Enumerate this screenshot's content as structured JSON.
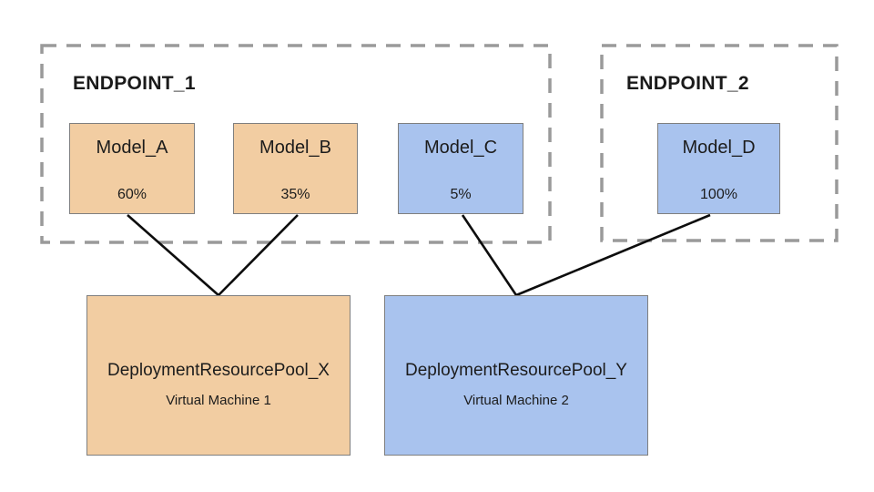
{
  "diagram": {
    "endpoints": [
      {
        "label": "ENDPOINT_1",
        "models": [
          {
            "name": "Model_A",
            "traffic": "60%",
            "fill": "orange"
          },
          {
            "name": "Model_B",
            "traffic": "35%",
            "fill": "orange"
          },
          {
            "name": "Model_C",
            "traffic": "5%",
            "fill": "blue"
          }
        ]
      },
      {
        "label": "ENDPOINT_2",
        "models": [
          {
            "name": "Model_D",
            "traffic": "100%",
            "fill": "blue"
          }
        ]
      }
    ],
    "pools": [
      {
        "name": "DeploymentResourcePool_X",
        "machine": "Virtual Machine 1",
        "fill": "orange"
      },
      {
        "name": "DeploymentResourcePool_Y",
        "machine": "Virtual Machine 2",
        "fill": "blue"
      }
    ],
    "connections": [
      {
        "from": "Model_A",
        "to": "DeploymentResourcePool_X"
      },
      {
        "from": "Model_B",
        "to": "DeploymentResourcePool_X"
      },
      {
        "from": "Model_C",
        "to": "DeploymentResourcePool_Y"
      },
      {
        "from": "Model_D",
        "to": "DeploymentResourcePool_Y"
      }
    ],
    "colors": {
      "orange_fill": "#F2CDA2",
      "blue_fill": "#A9C3EE",
      "node_border": "#7f7f7f",
      "dashed_border": "#9a9a9a",
      "connector_line": "#0d0d0d",
      "text": "#1c1c1c",
      "background": "#ffffff"
    }
  }
}
